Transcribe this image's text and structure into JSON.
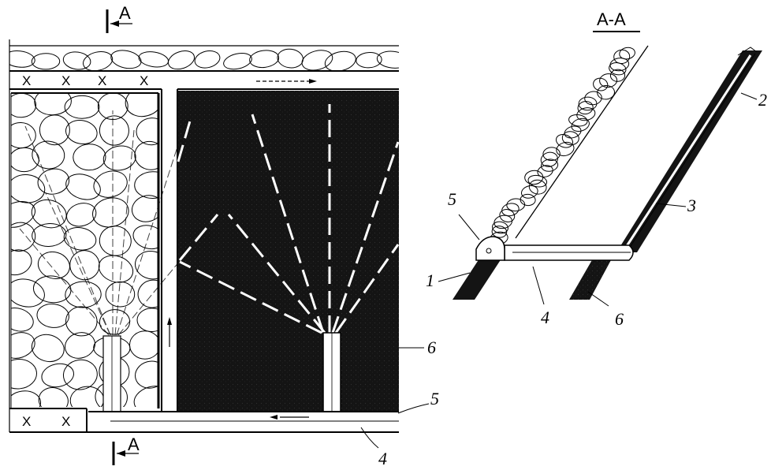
{
  "section_labels": {
    "top_cut": "A",
    "bottom_cut": "A",
    "section_title": "A-A"
  },
  "support_marks": {
    "top_row": [
      "X",
      "X",
      "X",
      "X"
    ],
    "bottom_row": [
      "X",
      "X"
    ]
  },
  "plan_callouts": [
    "6",
    "5",
    "4"
  ],
  "section_callouts": [
    "1",
    "2",
    "3",
    "4",
    "5",
    "6"
  ],
  "colors": {
    "ore_body": "#141414",
    "lines": "#000000",
    "background": "#ffffff"
  }
}
